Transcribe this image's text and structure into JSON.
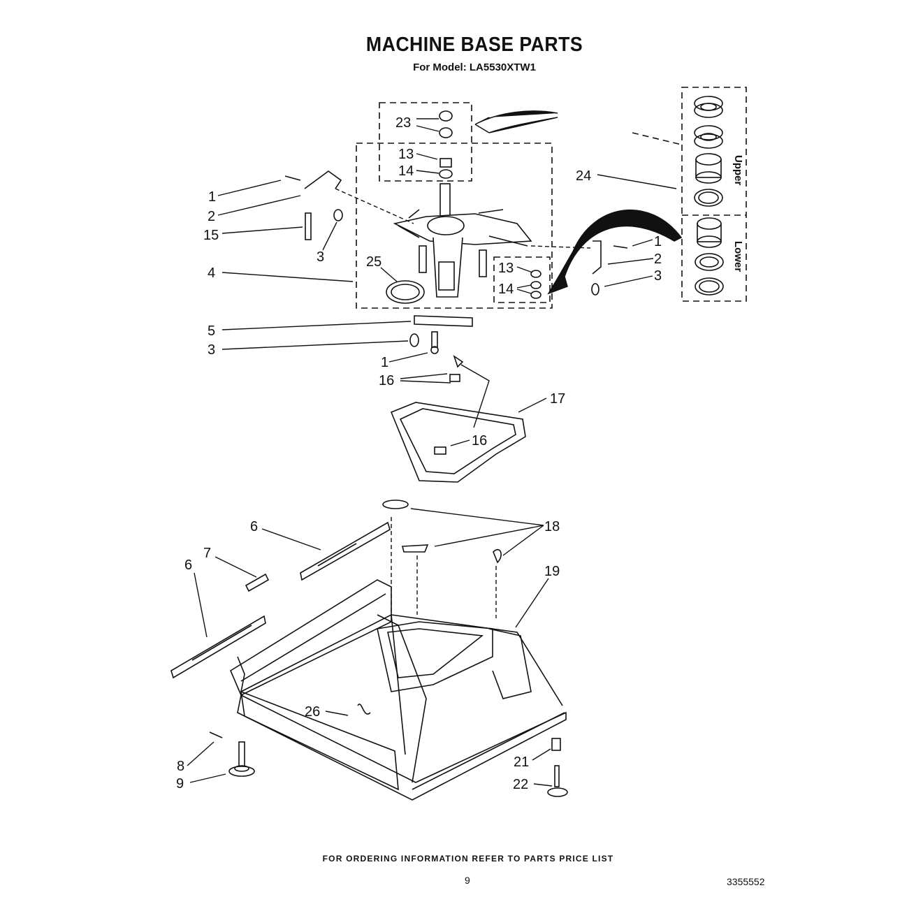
{
  "title": "MACHINE BASE PARTS",
  "subtitle": "For Model: LA5530XTW1",
  "footer": "FOR ORDERING INFORMATION REFER TO PARTS PRICE LIST",
  "page_number": "9",
  "document_number": "3355552",
  "kit_labels": {
    "upper": "Upper",
    "lower": "Lower"
  },
  "callouts": {
    "c23": "23",
    "c13a": "13",
    "c14a": "14",
    "c24": "24",
    "c1a": "1",
    "c2a": "2",
    "c15": "15",
    "c3a": "3",
    "c4": "4",
    "c25": "25",
    "c13b": "13",
    "c14b": "14",
    "c1b": "1",
    "c2b": "2",
    "c3b": "3",
    "c5": "5",
    "c3c": "3",
    "c1c": "1",
    "c16a": "16",
    "c17": "17",
    "c16b": "16",
    "c6a": "6",
    "c18": "18",
    "c7": "7",
    "c6b": "6",
    "c19": "19",
    "c26": "26",
    "c8": "8",
    "c9": "9",
    "c21": "21",
    "c22": "22"
  }
}
